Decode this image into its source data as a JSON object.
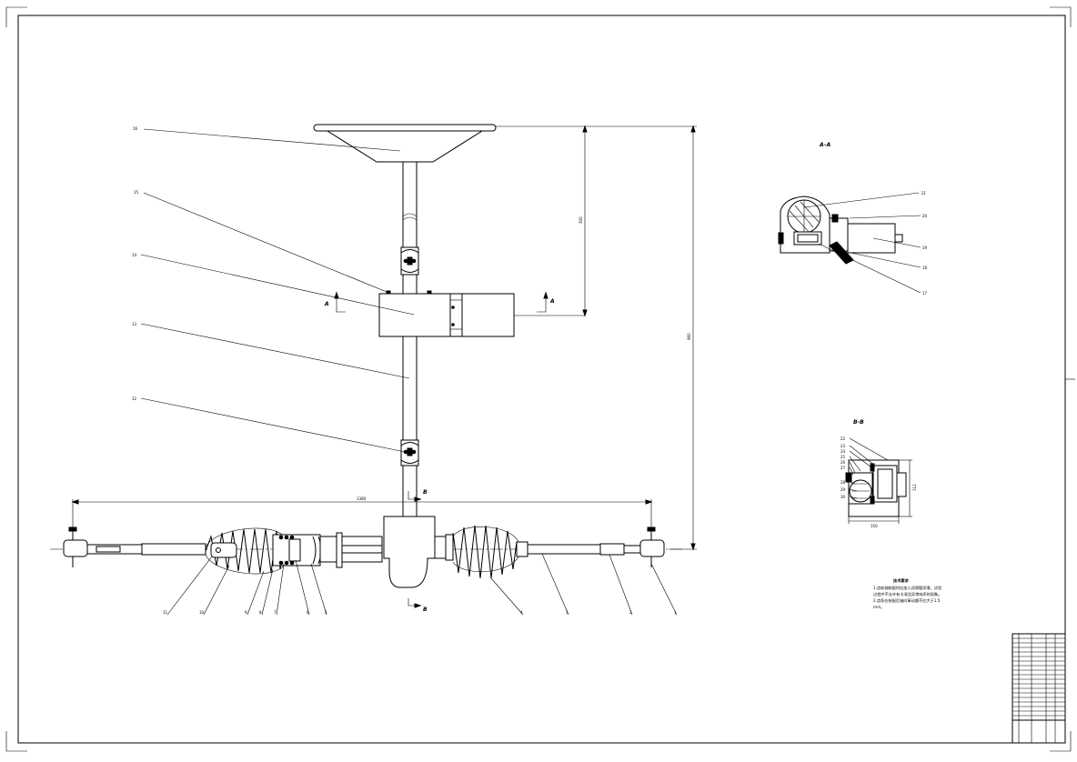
{
  "drawing": {
    "subject": "steering-gear-assembly",
    "colors": {
      "line": "#000000",
      "paper": "#ffffff"
    },
    "section_labels": {
      "A_left": "A",
      "A_right": "A",
      "B_top": "B",
      "B_bottom": "B",
      "view_AA": "A–A",
      "view_BB": "B-B"
    },
    "part_numbers_main": {
      "steering_wheel": "16",
      "column_upper": "15",
      "assist_unit": "14",
      "shaft_lower": "13",
      "ujoint_lower": "12",
      "p11": "11",
      "p10": "10",
      "p9": "9",
      "p8": "8",
      "p7": "7",
      "p6": "6",
      "p5": "5",
      "p4": "4",
      "p3": "3",
      "p2": "2",
      "p1": "1"
    },
    "part_numbers_aa": [
      "21",
      "20",
      "19",
      "18",
      "17"
    ],
    "part_numbers_bb": [
      "22",
      "23",
      "24",
      "25",
      "26",
      "27",
      "28",
      "29",
      "30"
    ],
    "dimensions": {
      "vertical_short": "300",
      "vertical_tall": "960",
      "horizontal_track": "1380",
      "bb_width": "150",
      "bb_height": "112"
    },
    "technical_notes": {
      "heading": "技术要求",
      "line1": "1.齿轮轴装配时应加入润滑脂润滑。试验",
      "line2": "过程中不允许有卡滞及异常响声的现象。",
      "line3": "2.齿条在装配后轴向窜动量不应大于1.5",
      "line4": "mm。"
    }
  }
}
